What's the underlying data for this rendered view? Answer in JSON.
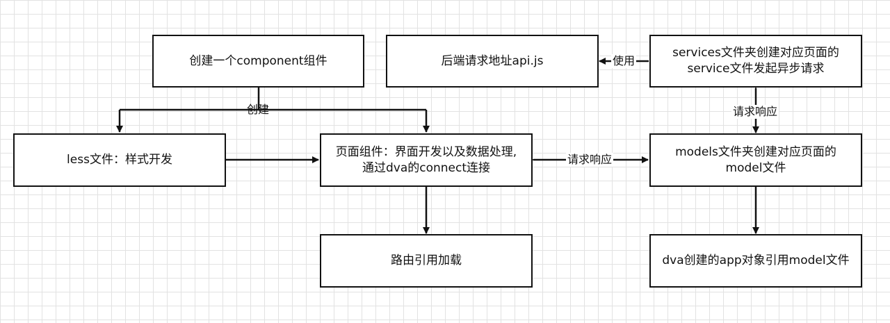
{
  "nodes": {
    "create_component": "创建一个component组件",
    "backend_api": "后端请求地址api.js",
    "services_folder": "services文件夹创建对应页面的service文件发起异步请求",
    "less_file": "less文件：样式开发",
    "page_component": "页面组件：界面开发以及数据处理,通过dva的connect连接",
    "models_folder": "models文件夹创建对应页面的model文件",
    "route_load": "路由引用加载",
    "dva_app": "dva创建的app对象引用model文件"
  },
  "edges": {
    "create_label": "创建",
    "use_label": "使用",
    "request_response_vertical": "请求响应",
    "request_response_horizontal": "请求响应"
  }
}
